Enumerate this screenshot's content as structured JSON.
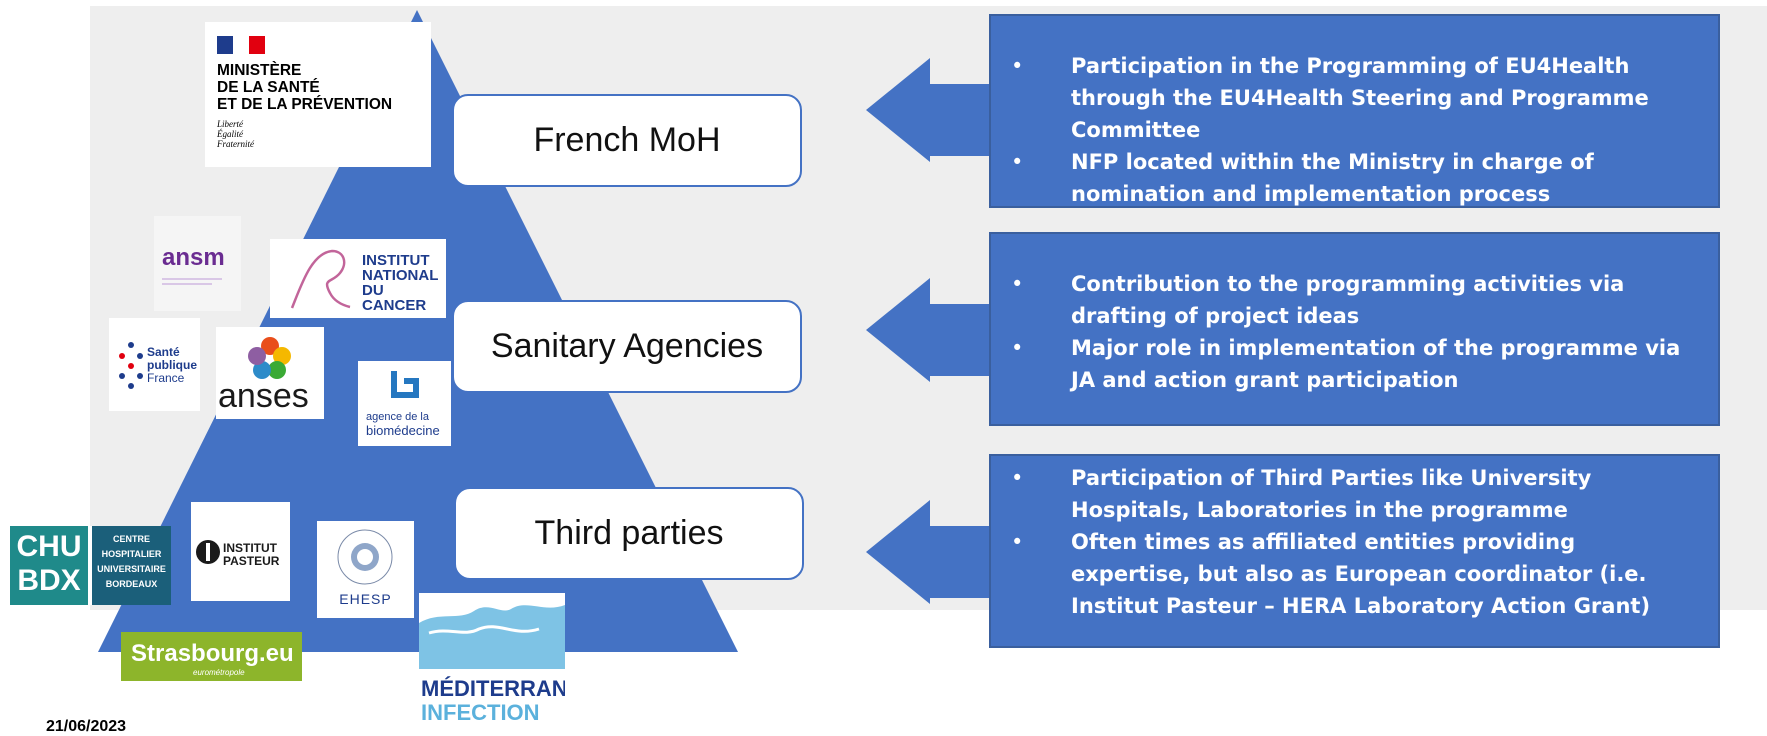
{
  "tiers": [
    {
      "label": "French MoH",
      "bullets": [
        "Participation in the Programming of EU4Health through the EU4Health Steering and Programme Committee",
        "NFP located within the Ministry in charge of nomination and implementation process"
      ]
    },
    {
      "label": "Sanitary Agencies",
      "bullets": [
        "Contribution to the programming activities via drafting of project ideas",
        "Major role in implementation of the programme via JA and action grant participation"
      ]
    },
    {
      "label": "Third parties",
      "bullets": [
        "Participation of Third Parties like University Hospitals, Laboratories in the programme",
        "Often times as affiliated entities providing expertise, but also as European coordinator (i.e. Institut Pasteur – HERA Laboratory Action Grant)"
      ]
    }
  ],
  "logos": {
    "ministere": {
      "line1": "MINISTÈRE",
      "line2": "DE LA SANTÉ",
      "line3": "ET DE LA PRÉVENTION",
      "motto1": "Liberté",
      "motto2": "Égalité",
      "motto3": "Fraternité"
    },
    "ansm": {
      "name": "ansm"
    },
    "inca": {
      "line1": "INSTITUT",
      "line2": "NATIONAL",
      "line3": "DU CANCER"
    },
    "spf": {
      "line1": "Santé",
      "line2": "publique",
      "line3": "France"
    },
    "anses": {
      "name": "anses"
    },
    "abm": {
      "line1": "agence de la",
      "line2": "biomédecine"
    },
    "chu": {
      "line1": "CHU",
      "line2": "BDX",
      "right1": "CENTRE",
      "right2": "HOSPITALIER",
      "right3": "UNIVERSITAIRE",
      "right4": "BORDEAUX"
    },
    "pasteur": {
      "line1": "INSTITUT",
      "line2": "PASTEUR"
    },
    "ehesp": {
      "name": "EHESP"
    },
    "strasbourg": {
      "name": "Strasbourg.eu",
      "sub": "eurométropole"
    },
    "mediterranee": {
      "line1": "MÉDITERRANÉE",
      "line2": "INFECTION"
    }
  },
  "colors": {
    "primary": "#4472c4",
    "background_panel": "#eeeeee"
  },
  "date": "21/06/2023"
}
